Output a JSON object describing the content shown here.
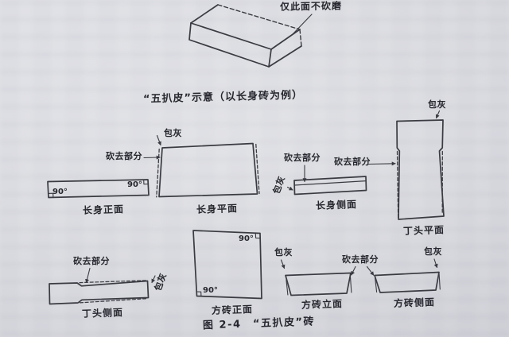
{
  "page": {
    "background": "#dadbe0",
    "ink": "#26272e",
    "line_color": "#3a3b42"
  },
  "figure": {
    "top_note": "仅此面不砍磨",
    "title": "“五扒皮”示意（以长身砖为例）",
    "caption": "图 2-4　“五扒皮”砖"
  },
  "labels": {
    "baohui": "包灰",
    "kanqu": "砍去部分",
    "angle": "90°"
  },
  "views": {
    "changshen_front": "长身正面",
    "changshen_plane": "长身平面",
    "changshen_side": "长身侧面",
    "dingtou_plane": "丁头平面",
    "dingtou_side": "丁头侧面",
    "fangzhuan_front": "方砖正面",
    "fangzhuan_elev": "方砖立面",
    "fangzhuan_side": "方砖侧面"
  }
}
